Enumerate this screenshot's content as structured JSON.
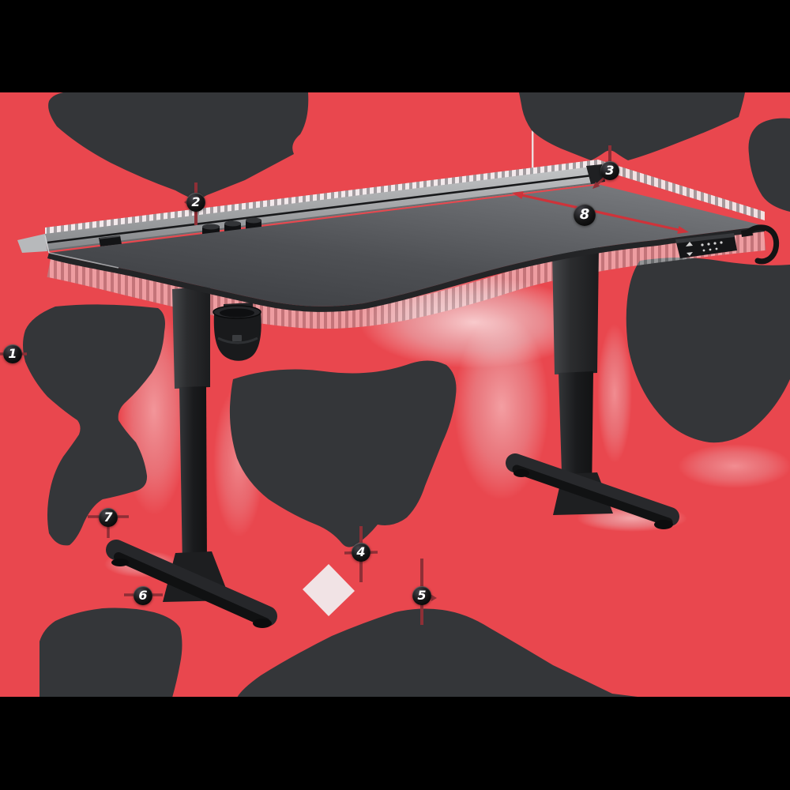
{
  "diagram": {
    "type": "desk-feature-callout-diagram",
    "background_color": "#e9474e",
    "letterbox_color": "#000000",
    "redaction_blob_color": "#343639",
    "measure_line_color": "#8e2f36",
    "depth_arrow_color": "#ce333a",
    "callout_circle_color": "#0a0a0b",
    "callout_text_color": "#ffffff"
  },
  "callouts": [
    {
      "id": "callout-1",
      "number": "1"
    },
    {
      "id": "callout-2",
      "number": "2"
    },
    {
      "id": "callout-3",
      "number": "3"
    },
    {
      "id": "callout-4",
      "number": "4"
    },
    {
      "id": "callout-5",
      "number": "5"
    },
    {
      "id": "callout-6",
      "number": "6"
    },
    {
      "id": "callout-7",
      "number": "7"
    },
    {
      "id": "callout-8",
      "number": "8"
    }
  ]
}
